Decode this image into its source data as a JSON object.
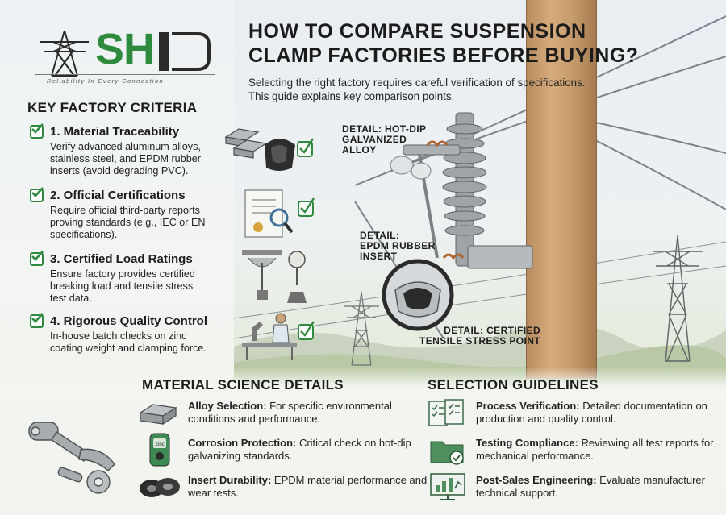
{
  "logo": {
    "brand": "SH",
    "tagline": "Reliability In Every Connection"
  },
  "header": {
    "title_line1": "HOW TO COMPARE SUSPENSION",
    "title_line2": "CLAMP FACTORIES BEFORE BUYING?",
    "subtitle": "Selecting the right factory requires careful verification of specifications. This guide explains key comparison points."
  },
  "criteria": {
    "heading": "KEY FACTORY CRITERIA",
    "items": [
      {
        "title": "1. Material Traceability",
        "desc_lines": [
          "Verify advanced aluminum alloys,",
          "stainless steel, and EPDM rubber",
          "inserts (avoid degrading PVC)."
        ]
      },
      {
        "title": "2. Official Certifications",
        "desc_lines": [
          "Require official third-party reports",
          "proving standards (e.g., IEC or EN",
          "specifications)."
        ]
      },
      {
        "title": "3. Certified Load Ratings",
        "desc_lines": [
          "Ensure factory provides certified",
          "breaking load and tensile stress",
          "test data."
        ]
      },
      {
        "title": "4. Rigorous Quality Control",
        "desc_lines": [
          "In-house batch checks on zinc",
          "coating weight and clamping force."
        ]
      }
    ]
  },
  "details": {
    "galvanized": [
      "DETAIL: HOT-DIP",
      "GALVANIZED",
      "ALLOY"
    ],
    "epdm": [
      "DETAIL:",
      "EPDM RUBBER",
      "INSERT"
    ],
    "tensile": [
      "DETAIL: CERTIFIED",
      "TENSILE STRESS POINT"
    ]
  },
  "material": {
    "heading": "MATERIAL SCIENCE DETAILS",
    "items": [
      {
        "bold": "Alloy Selection:",
        "text": " For specific environmental conditions and performance."
      },
      {
        "bold": "Corrosion Protection:",
        "text": " Critical check on hot-dip galvanizing standards."
      },
      {
        "bold": "Insert Durability:",
        "text": " EPDM material performance and wear tests."
      }
    ],
    "gauge_label": "Zinc"
  },
  "guidelines": {
    "heading": "SELECTION GUIDELINES",
    "items": [
      {
        "bold": "Process Verification:",
        "text": " Detailed documentation on production and quality control."
      },
      {
        "bold": "Testing Compliance:",
        "text": " Reviewing all test reports for mechanical performance."
      },
      {
        "bold": "Post-Sales Engineering:",
        "text": " Evaluate manufacturer technical support."
      }
    ]
  },
  "colors": {
    "brand_green": "#2e8a3d",
    "wood": "#c79c6d",
    "metal": "#9aa0a4"
  }
}
